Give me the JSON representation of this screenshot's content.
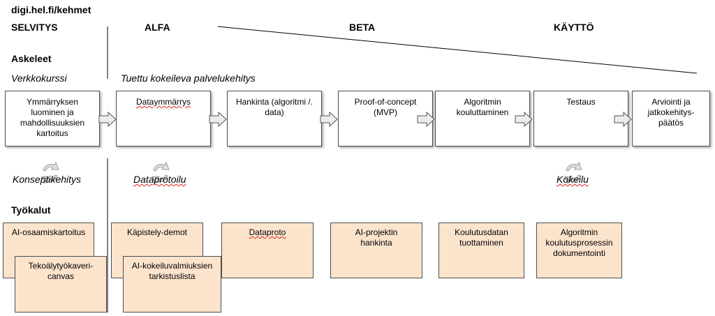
{
  "url_label": "digi.hel.fi/kehmet",
  "phases": [
    "SELVITYS",
    "ALFA",
    "BETA",
    "KÄYTTÖ"
  ],
  "steps_heading": "Askeleet",
  "course_label": "Verkkokurssi",
  "service_label": "Tuettu kokeileva palvelukehitys",
  "steps": [
    "Ymmärryksen luominen ja mahdollisuuksien kartoitus",
    "Dataymmärrys",
    "Hankinta (algoritmi /. data)",
    "Proof-of-concept (MVP)",
    "Algoritmin kouluttaminen",
    "Testaus",
    "Arviointi ja jatkokehitys-päätös"
  ],
  "cycles": [
    "Konseptikehitys",
    "Dataprotoilu",
    "Kokeilu"
  ],
  "tools_heading": "Työkalut",
  "tools": [
    "AI-osaamiskartoitus",
    "Tekoälytyökaveri-canvas",
    "Käpistely-demot",
    "AI-kokeiluvalmiuksien tarkistuslista",
    "Dataproto",
    "AI-projektin hankinta",
    "Koulutusdatan tuottaminen",
    "Algoritmin koulutusprosessin dokumentointi"
  ],
  "colors": {
    "tool_fill": "#fce4cc",
    "border": "#4d4d4d",
    "arrow_fill": "#ececec"
  }
}
